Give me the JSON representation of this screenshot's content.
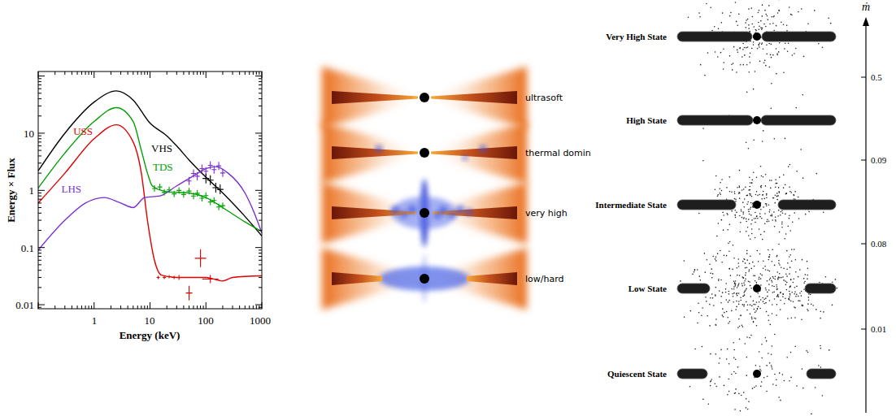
{
  "diagram": {
    "labels": [
      "Energy × Flux",
      "0.01",
      "0.1",
      "1",
      "10",
      "1",
      "10",
      "100",
      "1000",
      "Energy (keV)",
      "VHS",
      "USS",
      "TDS",
      "LHS",
      "ultrasoft",
      "thermal domin",
      "very high",
      "low/hard",
      "ṁ",
      "Very High State",
      "0.5",
      "High State",
      "0.09",
      "Intermediate State",
      "0.08",
      "Low State",
      "0.01",
      "Quiescent State"
    ]
  }
}
